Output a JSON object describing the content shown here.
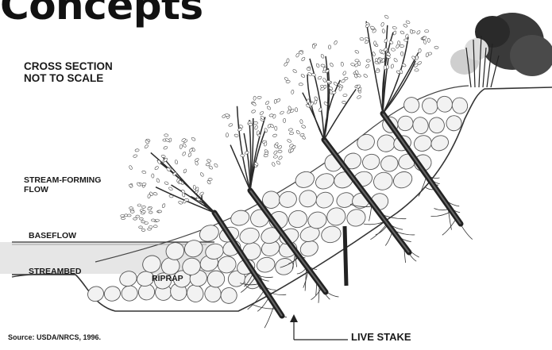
{
  "title": "Concepts",
  "labels": {
    "cross_section": [
      "CROSS SECTION",
      "NOT TO SCALE"
    ],
    "stream_forming_flow": [
      "STREAM-FORMING",
      "FLOW"
    ],
    "baseflow": "BASEFLOW",
    "streambed": "STREAMBED",
    "riprap": "RIPRAP",
    "live_stake": "LIVE STAKE",
    "source": "Source: USDA/NRCS, 1996."
  }
}
